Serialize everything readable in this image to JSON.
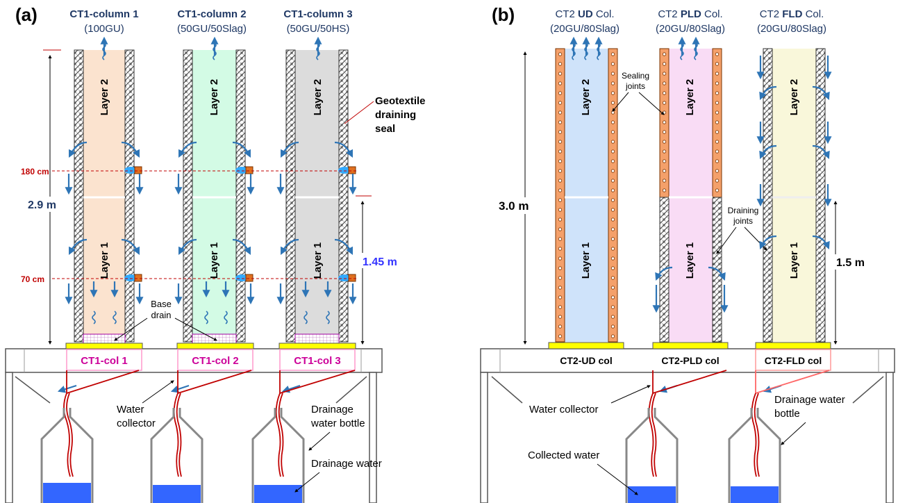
{
  "panels": {
    "a": {
      "label": "(a)",
      "columns": [
        {
          "title": "CT1-column 1",
          "mix": "(100GU)",
          "fill": "#fbe3cf",
          "base": "CT1-col 1"
        },
        {
          "title": "CT1-column 2",
          "mix": "(50GU/50Slag)",
          "fill": "#d3fbe5",
          "base": "CT1-col 2"
        },
        {
          "title": "CT1-column 3",
          "mix": "(50GU/50HS)",
          "fill": "#dcdcdc",
          "base": "CT1-col 3"
        }
      ],
      "layer_top": "Layer 2",
      "layer_bottom": "Layer 1",
      "height_total": "2.9 m",
      "height_half": "1.45 m",
      "depth_upper": "180 cm",
      "depth_lower": "70 cm",
      "geotextile": [
        "Geotextile",
        "draining",
        "seal"
      ],
      "base_drain": [
        "Base",
        "drain"
      ],
      "water_collector": [
        "Water",
        "collector"
      ],
      "bottle_label": [
        "Drainage",
        "water bottle"
      ],
      "drainage_water": "Drainage water"
    },
    "b": {
      "label": "(b)",
      "columns": [
        {
          "prefix": "CT2 ",
          "bold": "UD",
          "suffix": " Col.",
          "mix": "(20GU/80Slag)",
          "fill": "#cfe3fa",
          "base": "CT2-UD col"
        },
        {
          "prefix": "CT2 ",
          "bold": "PLD",
          "suffix": " Col.",
          "mix": "(20GU/80Slag)",
          "fill": "#f9dcf5",
          "base": "CT2-PLD col"
        },
        {
          "prefix": "CT2 ",
          "bold": "FLD",
          "suffix": " Col.",
          "mix": "(20GU/80Slag)",
          "fill": "#f9f7da",
          "base": "CT2-FLD col"
        }
      ],
      "layer_top": "Layer 2",
      "layer_bottom": "Layer 1",
      "height_total": "3.0 m",
      "height_half": "1.5 m",
      "sealing_joints": [
        "Sealing",
        "joints"
      ],
      "draining_joints": [
        "Draining",
        "joints"
      ],
      "water_collector": "Water collector",
      "bottle_label": [
        "Drainage water",
        "bottle"
      ],
      "collected_water": "Collected water"
    }
  },
  "colors": {
    "arrow": "#2e75b6",
    "title_blue": "#1f3864",
    "red_label": "#c00000",
    "magenta": "#cc0099",
    "base_yellow": "#ffff00",
    "water": "#3366ff",
    "orange": "#f4a06a",
    "purple_text": "#3333ff"
  }
}
